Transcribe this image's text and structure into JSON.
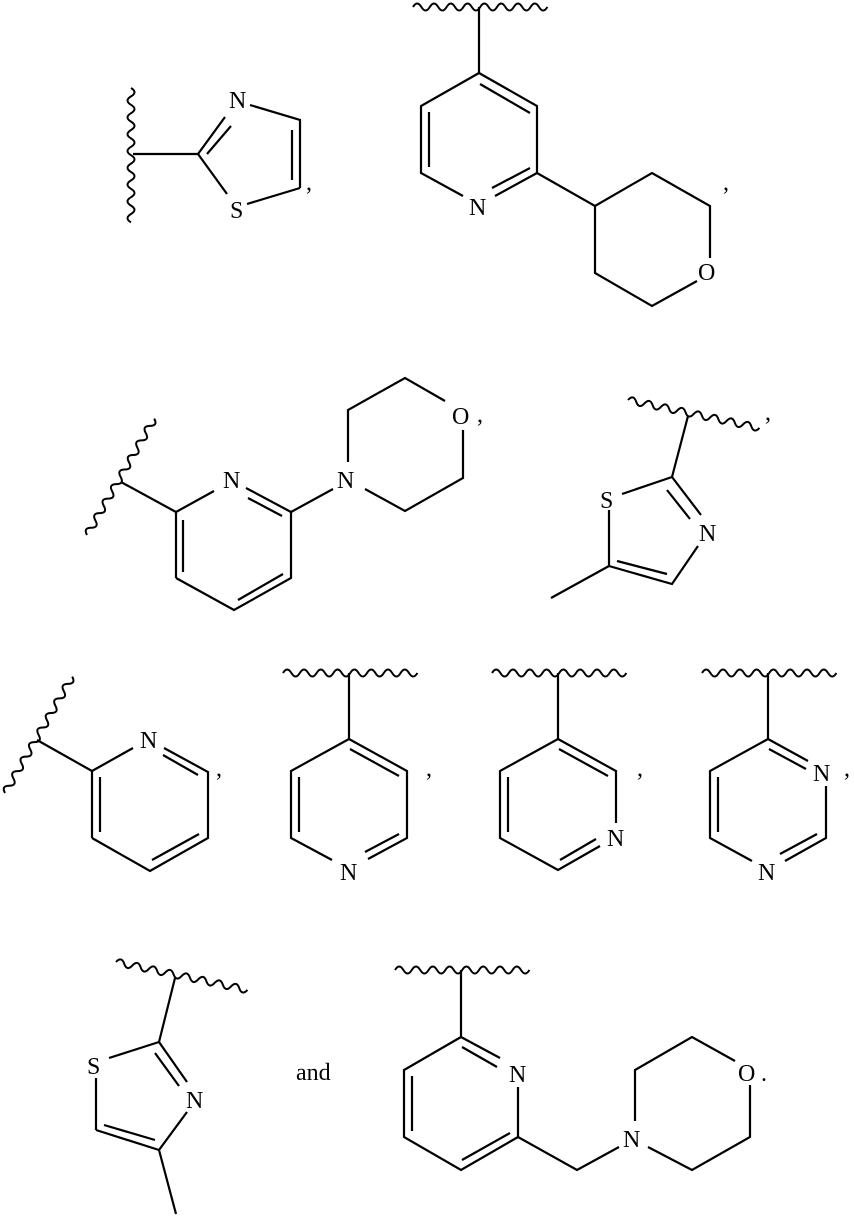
{
  "figure": {
    "type": "chemical-structure-list",
    "structures": [
      {
        "id": "s1",
        "name": "thiazol-2-yl",
        "atoms": {
          "n": "N",
          "s": "S"
        },
        "trailing": ","
      },
      {
        "id": "s2",
        "name": "2-(tetrahydropyran-4-yl)pyridin-4-yl",
        "atoms": {
          "n": "N",
          "o": "O"
        },
        "trailing": ","
      },
      {
        "id": "s3",
        "name": "6-morpholinopyridin-2-yl",
        "atoms": {
          "n1": "N",
          "n2": "N",
          "o": "O"
        },
        "trailing": ","
      },
      {
        "id": "s4",
        "name": "5-methylthiazol-2-yl",
        "atoms": {
          "s": "S",
          "n": "N"
        },
        "trailing": ","
      },
      {
        "id": "s5",
        "name": "pyridin-2-yl",
        "atoms": {
          "n": "N"
        },
        "trailing": ","
      },
      {
        "id": "s6",
        "name": "pyridin-4-yl",
        "atoms": {
          "n": "N"
        },
        "trailing": ","
      },
      {
        "id": "s7",
        "name": "pyridin-3-yl",
        "atoms": {
          "n": "N"
        },
        "trailing": ","
      },
      {
        "id": "s8",
        "name": "pyrimidin-4-yl",
        "atoms": {
          "n1": "N",
          "n2": "N"
        },
        "trailing": ","
      },
      {
        "id": "s9",
        "name": "4-methylthiazol-2-yl",
        "atoms": {
          "s": "S",
          "n": "N"
        },
        "trailing": ""
      },
      {
        "id": "s10",
        "name": "6-(morpholinomethyl)pyridin-2-yl",
        "atoms": {
          "n1": "N",
          "n2": "N",
          "o": "O"
        },
        "trailing": "."
      }
    ],
    "conjunction": "and"
  }
}
